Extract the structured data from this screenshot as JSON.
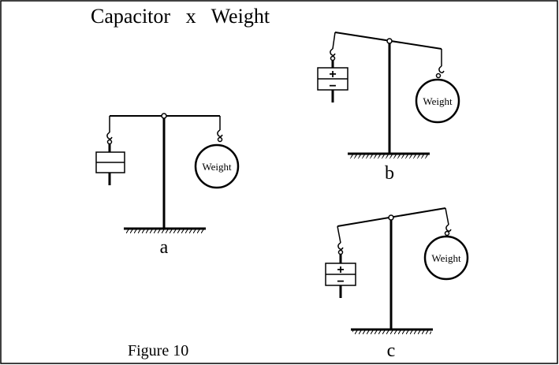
{
  "diagram": {
    "title": "Capacitor   x   Weight",
    "figure_caption": "Figure 10",
    "weight_label": "Weight",
    "plus_sign": "+",
    "minus_sign": "−",
    "panels": [
      {
        "label": "a",
        "state": "balanced, uncharged capacitor"
      },
      {
        "label": "b",
        "state": "capacitor side raised, charged"
      },
      {
        "label": "c",
        "state": "weight side raised, charged"
      }
    ]
  }
}
